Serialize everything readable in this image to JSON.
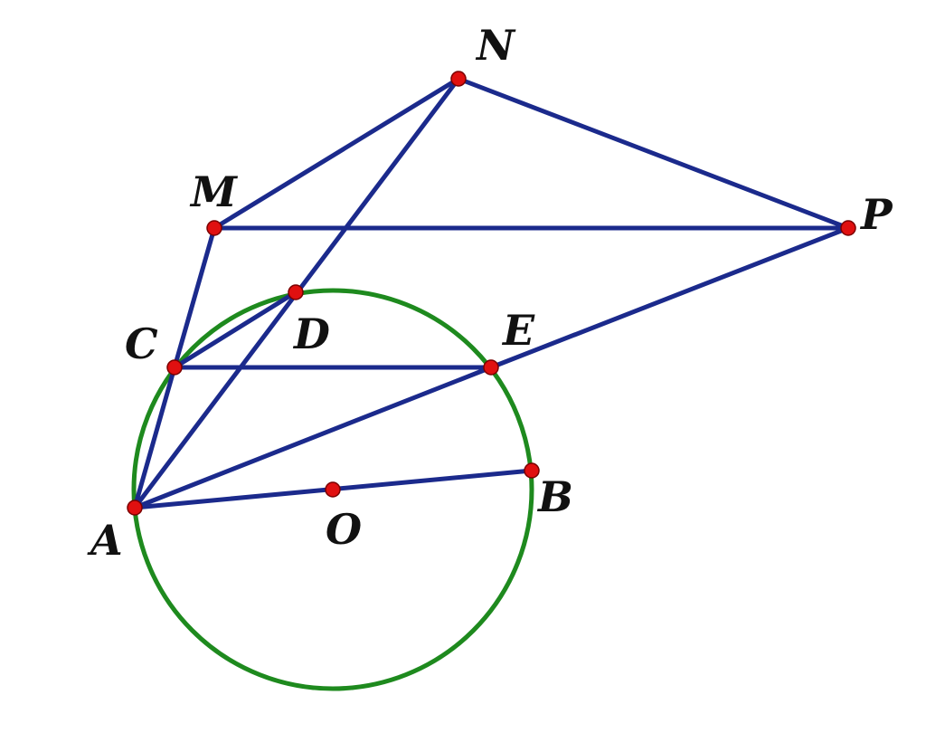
{
  "colors": {
    "line": "#1b2a8c",
    "circle": "#1e8a1e",
    "point_fill": "#e01010",
    "point_stroke": "#7a0000",
    "label": "#111111"
  },
  "labels": {
    "N": "N",
    "M": "M",
    "P": "P",
    "C": "C",
    "D": "D",
    "E": "E",
    "A": "A",
    "O": "O",
    "B": "B"
  }
}
